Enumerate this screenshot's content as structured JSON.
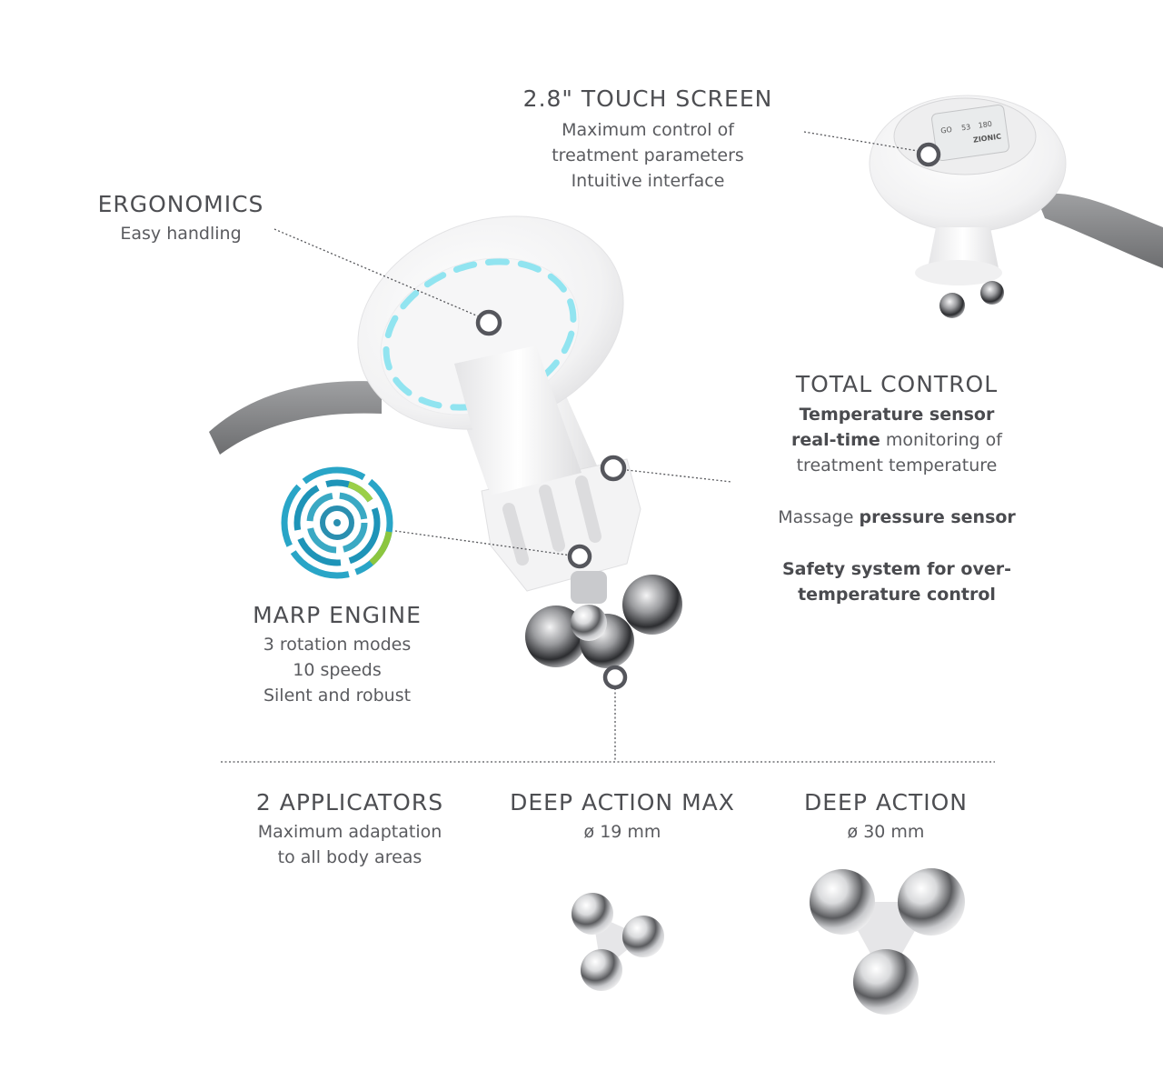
{
  "touch_screen": {
    "title": "2.8\" TOUCH SCREEN",
    "lines": [
      "Maximum control of",
      "treatment parameters",
      "Intuitive interface"
    ]
  },
  "ergonomics": {
    "title": "ERGONOMICS",
    "line": "Easy handling"
  },
  "total_control": {
    "title": "TOTAL CONTROL",
    "line1_bold": "Temperature sensor",
    "line2_bold": "real-time",
    "line2_rest": " monitoring of",
    "line3": "treatment temperature",
    "line4_pre": "Massage ",
    "line4_bold": "pressure sensor",
    "line5": "Safety system for over-",
    "line6": "temperature control"
  },
  "marp_engine": {
    "title": "MARP ENGINE",
    "lines": [
      "3 rotation modes",
      "10 speeds",
      "Silent and robust"
    ]
  },
  "applicators": {
    "title": "2 APPLICATORS",
    "lines": [
      "Maximum adaptation",
      "to all body areas"
    ]
  },
  "deep_action_max": {
    "title": "DEEP ACTION MAX",
    "size": "ø 19 mm"
  },
  "deep_action": {
    "title": "DEEP ACTION",
    "size": "ø 30 mm"
  },
  "device_screen": {
    "brand": "ZIONIC",
    "values": [
      "GO",
      "53",
      "180"
    ]
  },
  "colors": {
    "text": "#55565a",
    "hotspot": "#55565c",
    "led": "#7fe0ee",
    "hose": "#8a8b8d"
  }
}
